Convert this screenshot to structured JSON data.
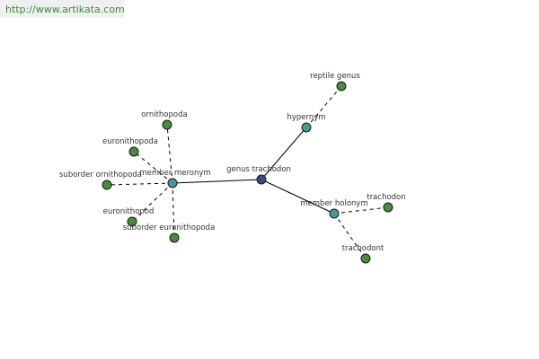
{
  "header": {
    "url": "http://www.artikata.com"
  },
  "colors": {
    "root": "#3d4a8a",
    "relation": "#4a9898",
    "leaf": "#4a8a3c",
    "stroke": "#1a1a1a"
  },
  "nodes": [
    {
      "id": "root",
      "label": "genus trachodon",
      "kind": "root"
    },
    {
      "id": "member-meronym",
      "label": "member meronym",
      "kind": "relation"
    },
    {
      "id": "hypernym",
      "label": "hypernym",
      "kind": "relation"
    },
    {
      "id": "member-holonym",
      "label": "member holonym",
      "kind": "relation"
    },
    {
      "id": "ornithopoda",
      "label": "ornithopoda",
      "kind": "leaf"
    },
    {
      "id": "euronithopoda",
      "label": "euronithopoda",
      "kind": "leaf"
    },
    {
      "id": "suborder-ornithopoda",
      "label": "suborder ornithopoda",
      "kind": "leaf"
    },
    {
      "id": "euronithopod",
      "label": "euronithopod",
      "kind": "leaf"
    },
    {
      "id": "suborder-euronithopoda",
      "label": "suborder euronithopoda",
      "kind": "leaf"
    },
    {
      "id": "reptile-genus",
      "label": "reptile genus",
      "kind": "leaf"
    },
    {
      "id": "trachodon",
      "label": "trachodon",
      "kind": "leaf"
    },
    {
      "id": "trachodont",
      "label": "trachodont",
      "kind": "leaf"
    }
  ],
  "edges": [
    {
      "from": "root",
      "to": "member-meronym",
      "style": "solid"
    },
    {
      "from": "root",
      "to": "hypernym",
      "style": "solid"
    },
    {
      "from": "root",
      "to": "member-holonym",
      "style": "solid"
    },
    {
      "from": "member-meronym",
      "to": "ornithopoda",
      "style": "dashed"
    },
    {
      "from": "member-meronym",
      "to": "euronithopoda",
      "style": "dashed"
    },
    {
      "from": "member-meronym",
      "to": "suborder-ornithopoda",
      "style": "dashed"
    },
    {
      "from": "member-meronym",
      "to": "euronithopod",
      "style": "dashed"
    },
    {
      "from": "member-meronym",
      "to": "suborder-euronithopoda",
      "style": "dashed"
    },
    {
      "from": "hypernym",
      "to": "reptile-genus",
      "style": "dashed"
    },
    {
      "from": "member-holonym",
      "to": "trachodon",
      "style": "dashed"
    },
    {
      "from": "member-holonym",
      "to": "trachodont",
      "style": "dashed"
    }
  ]
}
